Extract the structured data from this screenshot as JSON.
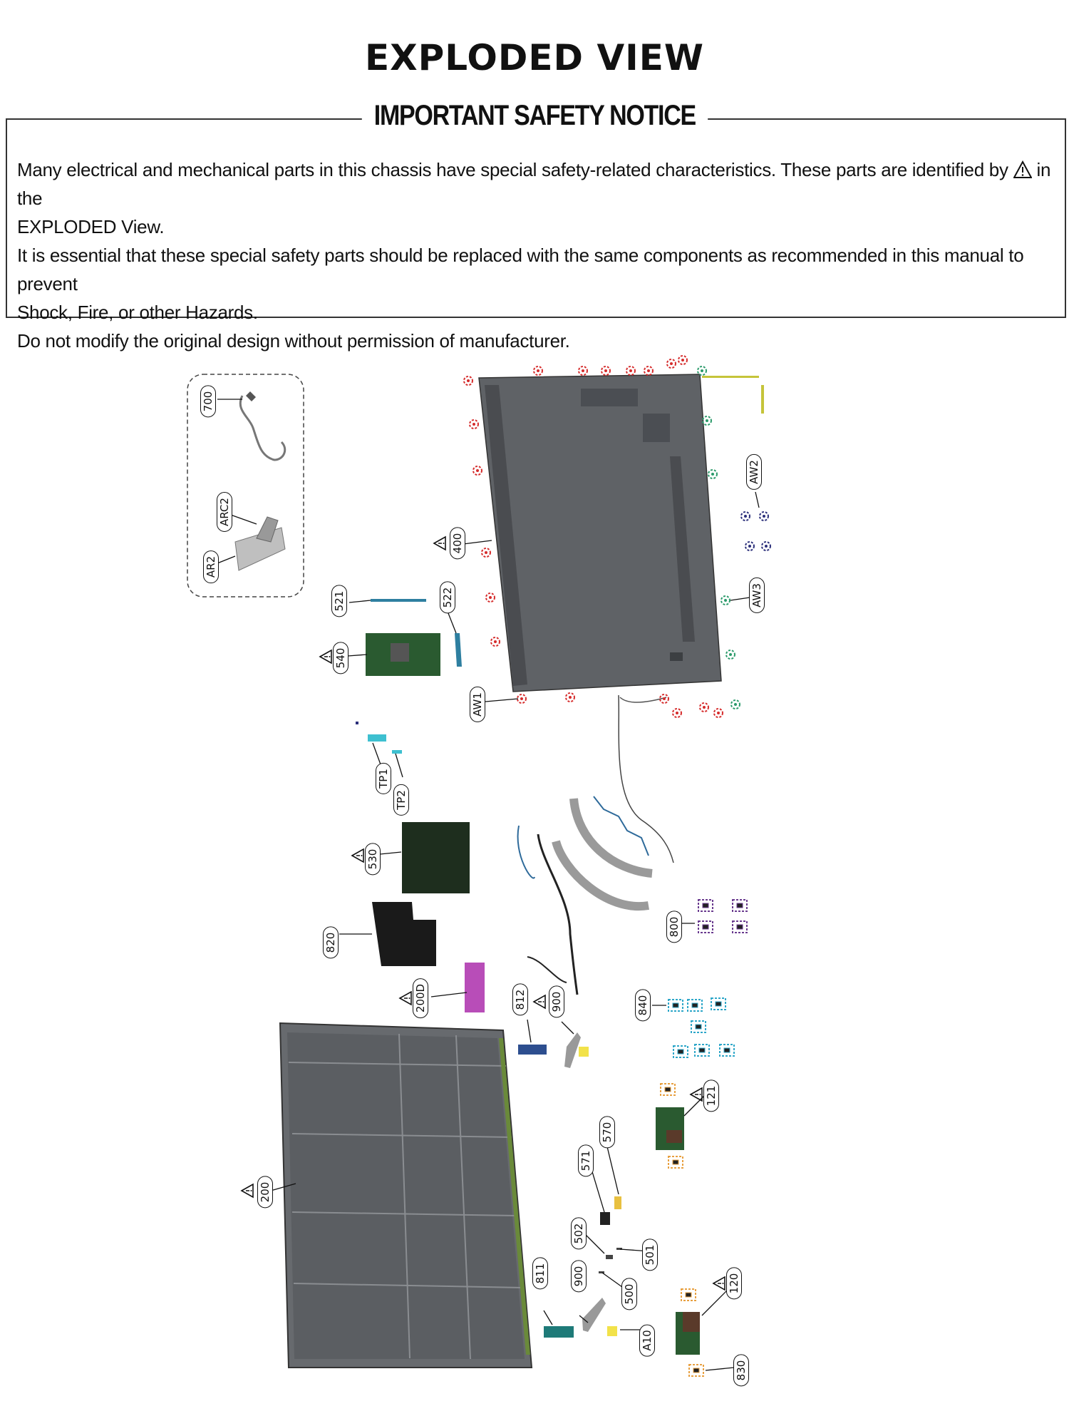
{
  "title": "EXPLODED VIEW",
  "notice": {
    "heading": "IMPORTANT SAFETY NOTICE",
    "line1a": "Many electrical and mechanical  parts in this chassis have  special safety-related characteristics. These  parts are  identified by",
    "line1b": "in the",
    "line2": "EXPLODED View.",
    "line3": "It is essential that these  special safety parts should be replaced with the same  components as recommended in this manual to prevent",
    "line4": "Shock, Fire,  or other Hazards.",
    "line5": "Do not modify the original design without permission of manufacturer."
  },
  "labels": {
    "l700": "700",
    "lARC2": "ARC2",
    "lAR2": "AR2",
    "l400": "400",
    "l521": "521",
    "l522": "522",
    "l540": "540",
    "lAW1": "AW1",
    "lAW2": "AW2",
    "lAW3": "AW3",
    "lTP1": "TP1",
    "lTP2": "TP2",
    "l530": "530",
    "l820": "820",
    "l200D": "200D",
    "l812": "812",
    "l900a": "900",
    "l800": "800",
    "l840": "840",
    "l121": "121",
    "l200": "200",
    "l570": "570",
    "l571": "571",
    "l502": "502",
    "l501": "501",
    "l500": "500",
    "l811": "811",
    "l900b": "900",
    "l120": "120",
    "lA10": "A10",
    "l830": "830"
  },
  "colors": {
    "panel": "#5f6266",
    "board_green": "#2a5a30",
    "screw_red": "#d52b2b",
    "screw_green": "#2a9a6a",
    "screw_navy": "#2b2f7a",
    "cyan": "#2ea7c9",
    "purple": "#6a3b8f",
    "magenta": "#b84db8",
    "orange": "#e8a040",
    "yellow": "#f2e24a"
  }
}
